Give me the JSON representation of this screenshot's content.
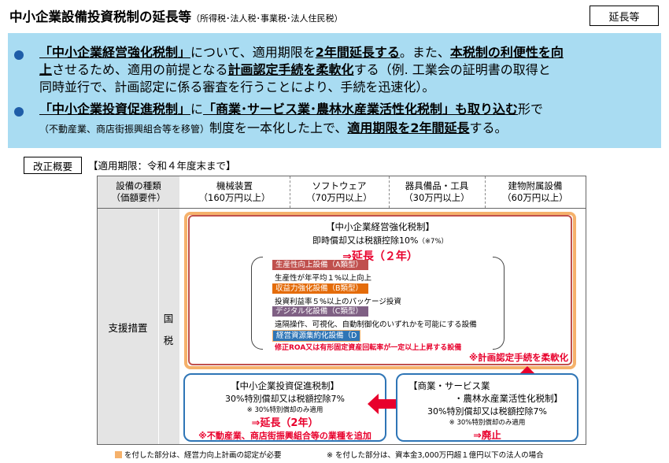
{
  "title": {
    "main": "中小企業設備投資税制の延長等",
    "sub": "（所得税･法人税･事業税･法人住民税）",
    "tag": "延長等"
  },
  "bullets": {
    "b1_l1_a": "「中小企業経営強化税制」",
    "b1_l1_b": "について、適用期限を",
    "b1_l1_c": "2年間延長する",
    "b1_l1_d": "。また、",
    "b1_l1_e": "本税制の利便性を向",
    "b1_l2_a": "上",
    "b1_l2_b": "させるため、適用の前提となる",
    "b1_l2_c": "計画認定手続を柔軟化",
    "b1_l2_d": "する（例.  工業会の証明書の取得と",
    "b1_l3": "同時並行で、計画認定に係る審査を行うことにより、手続を迅速化）。",
    "b2_l1_a": "「中小企業投資促進税制」",
    "b2_l1_b": "に",
    "b2_l1_c": "「商業･サービス業･農林水産業活性化税制」も取り込む",
    "b2_l1_d": "形で",
    "b2_l2_a": "（不動産業、商店街振興組合等を移管）",
    "b2_l2_b": "制度を一本化した上で、",
    "b2_l2_c": "適用期限を2年間延長",
    "b2_l2_d": "する。"
  },
  "overview": {
    "label": "改正概要",
    "period": "【適用期限：令和４年度末まで】"
  },
  "table": {
    "header": [
      {
        "l1": "設備の種類",
        "l2": "（価額要件）"
      },
      {
        "l1": "機械装置",
        "l2": "（160万円以上）"
      },
      {
        "l1": "ソフトウェア",
        "l2": "（70万円以上）"
      },
      {
        "l1": "器具備品・工具",
        "l2": "（30万円以上）"
      },
      {
        "l1": "建物附属設備",
        "l2": "（60万円以上）"
      }
    ],
    "row_label": "支援措置",
    "kokuzei_1": "国",
    "kokuzei_2": "税"
  },
  "keiei": {
    "title": "【中小企業経営強化税制】",
    "rate": "即時償却又は税額控除10%",
    "rate_note": "（※7%）",
    "extend": "⇒延長（２年）",
    "types": [
      {
        "label": "生産性向上設備（A類型）",
        "desc": "生産性が年平均１%以上向上",
        "color": "#c0504d"
      },
      {
        "label": "収益力強化設備（B類型）",
        "desc": "投資利益率５%以上のパッケージ投資",
        "color": "#e46c0a"
      },
      {
        "label": "デジタル化設備（C類型）",
        "desc": "遠隔操作、可視化、自動制御化のいずれかを可能にする設備",
        "color": "#7f6084"
      },
      {
        "label": "経営資源集約化設備（D類型）",
        "desc": "修正ROA又は有形固定資産回転率が一定以上上昇する設備",
        "color": "#2e75b6"
      }
    ],
    "flex": "※計画認定手続を柔軟化"
  },
  "toushi": {
    "title": "【中小企業投資促進税制】",
    "rate": "30%特別償却又は税額控除7%",
    "note": "※ 30%特別償却のみ適用",
    "extend": "⇒延長（2年）",
    "add": "※不動産業、商店街振興組合等の業種を追加"
  },
  "shogyo": {
    "title1": "【商業・サービス業",
    "title2": "・農林水産業活性化税制】",
    "rate": "30%特別償却又は税額控除7%",
    "note": "※ 30%特別償却のみ適用",
    "abolish": "⇒廃止"
  },
  "footnotes": {
    "f1": "を付した部分は、経営力向上計画の認定が必要",
    "f2": "※ を付した部分は、資本金3,000万円超１億円以下の法人の場合"
  },
  "colors": {
    "highlight": "#a9dcf2",
    "bullet": "#1f5da8",
    "red": "#e8002c",
    "orange_frame": "#f5b16b",
    "blue_frame": "#2e75b6"
  }
}
